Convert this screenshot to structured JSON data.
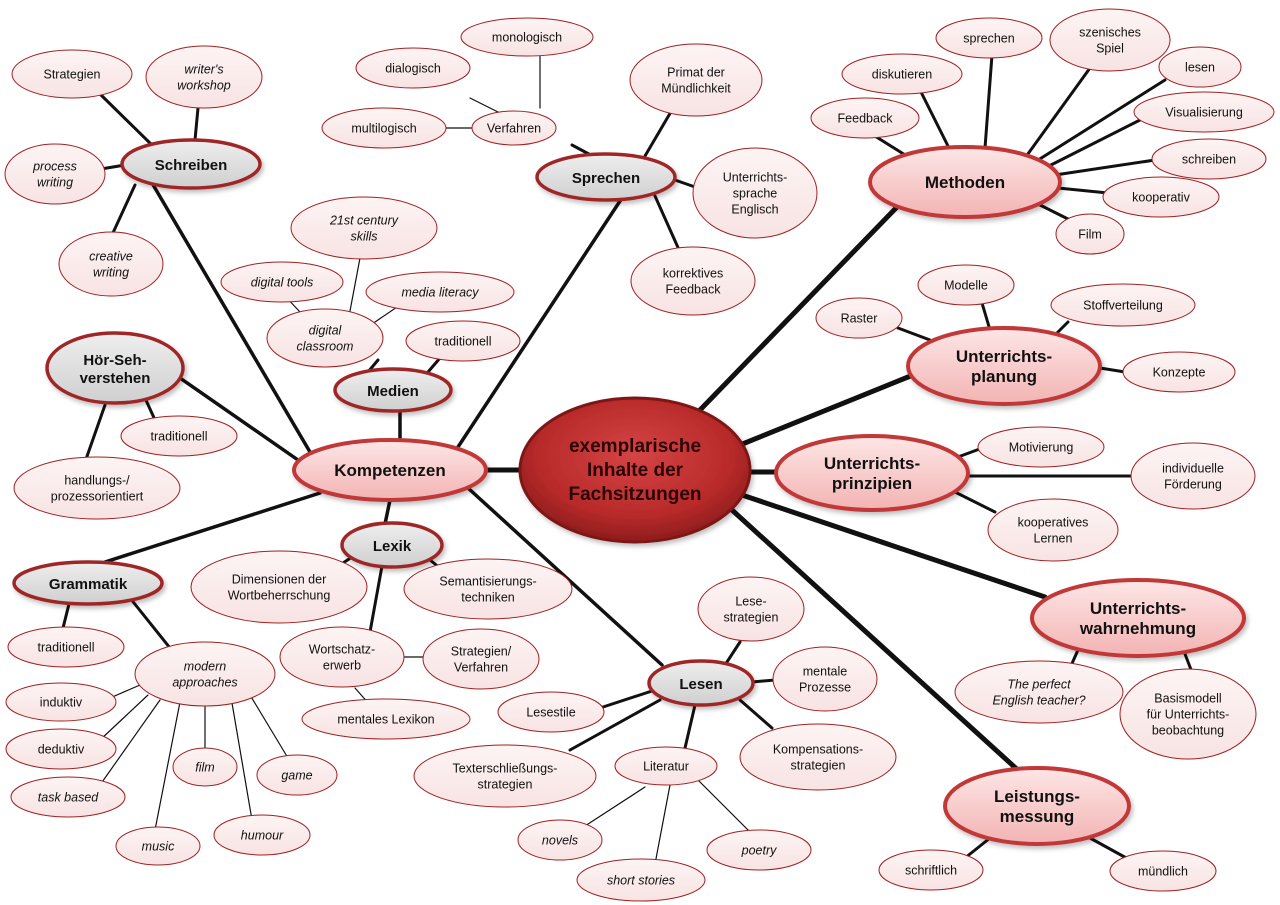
{
  "center": [
    "exemplarische",
    "Inhalte der",
    "Fachsitzungen"
  ],
  "branches": {
    "methoden": [
      "Methoden"
    ],
    "planung": [
      "Unterrichts-",
      "planung"
    ],
    "prinzipien": [
      "Unterrichts-",
      "prinzipien"
    ],
    "wahrnehmung": [
      "Unterrichts-",
      "wahrnehmung"
    ],
    "leistung": [
      "Leistungs-",
      "messung"
    ],
    "kompetenzen": [
      "Kompetenzen"
    ]
  },
  "competences": {
    "schreiben": [
      "Schreiben"
    ],
    "sprechen": [
      "Sprechen"
    ],
    "medien": [
      "Medien"
    ],
    "hoersehen": [
      "Hör-Seh-",
      "verstehen"
    ],
    "grammatik": [
      "Grammatik"
    ],
    "lexik": [
      "Lexik"
    ],
    "lesen": [
      "Lesen"
    ]
  },
  "leaves": {
    "strategien": [
      "Strategien"
    ],
    "writers_workshop": [
      "writer's",
      "workshop"
    ],
    "process_writing": [
      "process",
      "writing"
    ],
    "creative_writing": [
      "creative",
      "writing"
    ],
    "monologisch": [
      "monologisch"
    ],
    "dialogisch": [
      "dialogisch"
    ],
    "multilogisch": [
      "multilogisch"
    ],
    "verfahren": [
      "Verfahren"
    ],
    "primat": [
      "Primat der",
      "Mündlichkeit"
    ],
    "unterrichtssprache": [
      "Unterrichts-",
      "sprache",
      "Englisch"
    ],
    "korrektives": [
      "korrektives",
      "Feedback"
    ],
    "century": [
      "21st century",
      "skills"
    ],
    "digital_tools": [
      "digital tools"
    ],
    "media_literacy": [
      "media literacy"
    ],
    "digital_classroom": [
      "digital",
      "classroom"
    ],
    "medien_traditionell": [
      "traditionell"
    ],
    "hoer_traditionell": [
      "traditionell"
    ],
    "handlungs": [
      "handlungs-/",
      "prozessorientiert"
    ],
    "diskutieren": [
      "diskutieren"
    ],
    "sprechen_m": [
      "sprechen"
    ],
    "szenisches": [
      "szenisches",
      "Spiel"
    ],
    "lesen_m": [
      "lesen"
    ],
    "feedback": [
      "Feedback"
    ],
    "visualisierung": [
      "Visualisierung"
    ],
    "schreiben_m": [
      "schreiben"
    ],
    "kooperativ": [
      "kooperativ"
    ],
    "film_m": [
      "Film"
    ],
    "raster": [
      "Raster"
    ],
    "modelle": [
      "Modelle"
    ],
    "stoffverteilung": [
      "Stoffverteilung"
    ],
    "konzepte": [
      "Konzepte"
    ],
    "motivierung": [
      "Motivierung"
    ],
    "individuelle": [
      "individuelle",
      "Förderung"
    ],
    "kooperatives_lernen": [
      "kooperatives",
      "Lernen"
    ],
    "perfect_teacher": [
      "The perfect",
      "English teacher?"
    ],
    "basismodell": [
      "Basismodell",
      "für Unterrichts-",
      "beobachtung"
    ],
    "schriftlich": [
      "schriftlich"
    ],
    "muendlich": [
      "mündlich"
    ],
    "gram_traditionell": [
      "traditionell"
    ],
    "modern_approaches": [
      "modern",
      "approaches"
    ],
    "induktiv": [
      "induktiv"
    ],
    "deduktiv": [
      "deduktiv"
    ],
    "task_based": [
      "task based"
    ],
    "music": [
      "music"
    ],
    "film_g": [
      "film"
    ],
    "humour": [
      "humour"
    ],
    "game": [
      "game"
    ],
    "dimensionen": [
      "Dimensionen der",
      "Wortbeherrschung"
    ],
    "semantisierung": [
      "Semantisierungs-",
      "techniken"
    ],
    "wortschatz": [
      "Wortschatz-",
      "erwerb"
    ],
    "strategien_verfahren": [
      "Strategien/",
      "Verfahren"
    ],
    "mentales_lexikon": [
      "mentales Lexikon"
    ],
    "lesestrategien": [
      "Lese-",
      "strategien"
    ],
    "mentale_prozesse": [
      "mentale",
      "Prozesse"
    ],
    "lesestile": [
      "Lesestile"
    ],
    "texterschliessung": [
      "Texterschließungs-",
      "strategien"
    ],
    "literatur": [
      "Literatur"
    ],
    "kompensation": [
      "Kompensations-",
      "strategien"
    ],
    "novels": [
      "novels"
    ],
    "short_stories": [
      "short stories"
    ],
    "poetry": [
      "poetry"
    ]
  },
  "colors": {
    "center_fill": "#c62e2e",
    "branch_border": "#c03838",
    "branch_fill": "#f9cccc",
    "competence_fill": "#dcdcdc",
    "competence_border": "#9e2828",
    "leaf_fill": "#fbecec",
    "leaf_border": "#a02020",
    "line": "#111111"
  }
}
